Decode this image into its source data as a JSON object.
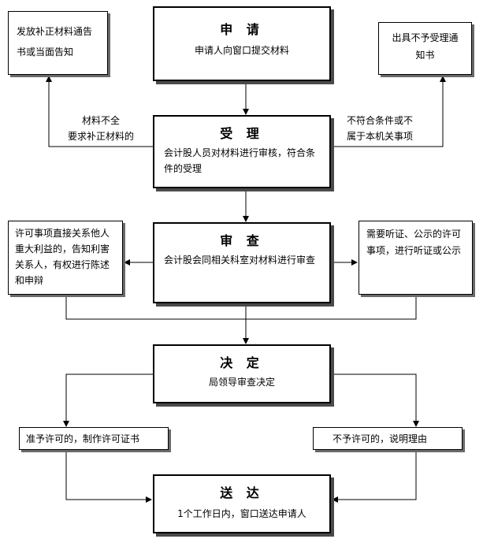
{
  "steps": {
    "apply": {
      "title": "申 请",
      "desc": "申请人向窗口提交材料"
    },
    "accept": {
      "title": "受 理",
      "desc": "会计股人员对材料进行审核，符合条件的受理"
    },
    "review": {
      "title": "审 查",
      "desc": "会计股会同相关科室对材料进行审查"
    },
    "decide": {
      "title": "决 定",
      "desc": "局领导审查决定"
    },
    "deliver": {
      "title": "送 达",
      "desc": "1个工作日内，窗口送达申请人"
    }
  },
  "side_boxes": {
    "supplement_notice": "发放补正材料通告书或当面告知",
    "reject_notice": "出具不予受理通知书",
    "hearing_inform": "许可事项直接关系他人重大利益的，告知利害关系人，有权进行陈述和申辩",
    "hearing_process": "需要听证、公示的许可事项，进行听证或公示",
    "grant": "准予许可的，制作许可证书",
    "deny": "不予许可的，说明理由"
  },
  "edge_labels": {
    "incomplete_line1": "材料不全",
    "incomplete_line2": "要求补正材料的",
    "not_qualified_line1": "不符合条件或不",
    "not_qualified_line2": "属于本机关事项"
  }
}
